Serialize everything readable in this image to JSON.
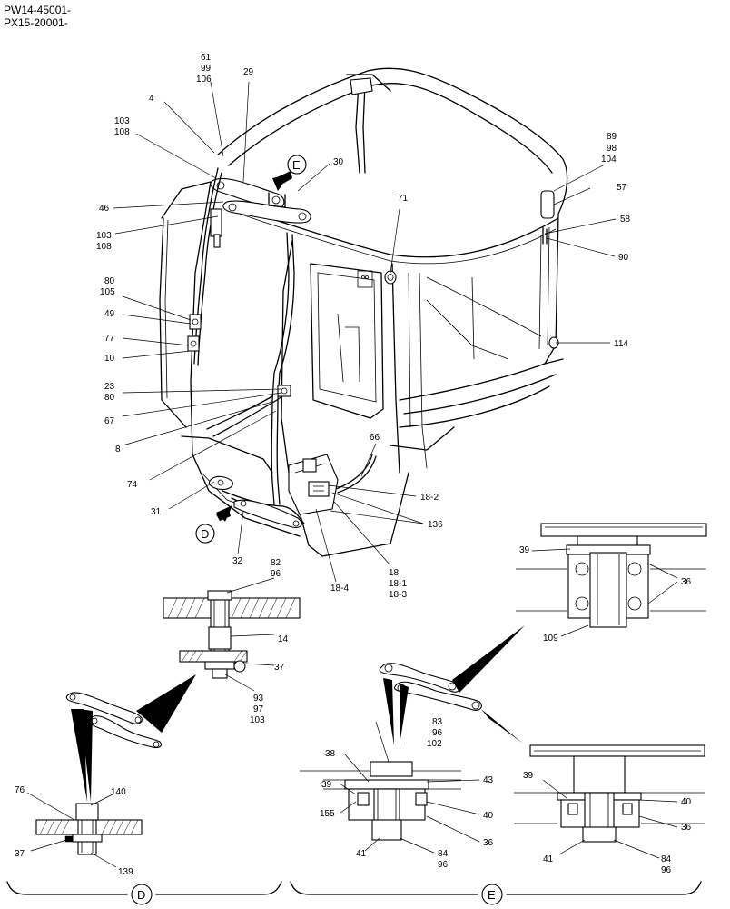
{
  "header": {
    "serial_line_1": "PW14-45001-",
    "serial_line_2": "PX15-20001-"
  },
  "views": {
    "d": "D",
    "e": "E"
  },
  "callouts": {
    "c61": "61",
    "c99": "99",
    "c106": "106",
    "c29": "29",
    "c4": "4",
    "c103a": "103",
    "c108a": "108",
    "c46": "46",
    "c103b": "103",
    "c108b": "108",
    "c30": "30",
    "c71": "71",
    "c89": "89",
    "c98": "98",
    "c104": "104",
    "c57": "57",
    "c58": "58",
    "c90": "90",
    "c80a": "80",
    "c105": "105",
    "c49": "49",
    "c77": "77",
    "c10": "10",
    "c23": "23",
    "c80b": "80",
    "c67": "67",
    "c8": "8",
    "c74": "74",
    "c114": "114",
    "c66": "66",
    "c18_2": "18-2",
    "c136": "136",
    "c31": "31",
    "c32": "32",
    "c18": "18",
    "c18_1": "18-1",
    "c18_3": "18-3",
    "c18_4": "18-4",
    "c82": "82",
    "c96a": "96",
    "c14": "14",
    "c37a": "37",
    "c93": "93",
    "c97": "97",
    "c103c": "103",
    "c39a": "39",
    "c36a": "36",
    "c109": "109",
    "c83": "83",
    "c96b": "96",
    "c102": "102",
    "c38": "38",
    "c43": "43",
    "c39b": "39",
    "c155": "155",
    "c40a": "40",
    "c36b": "36",
    "c41a": "41",
    "c84a": "84",
    "c96c": "96",
    "c39c": "39",
    "c40b": "40",
    "c36c": "36",
    "c41b": "41",
    "c84b": "84",
    "c96d": "96",
    "c76": "76",
    "c140": "140",
    "c37b": "37",
    "c139": "139"
  }
}
